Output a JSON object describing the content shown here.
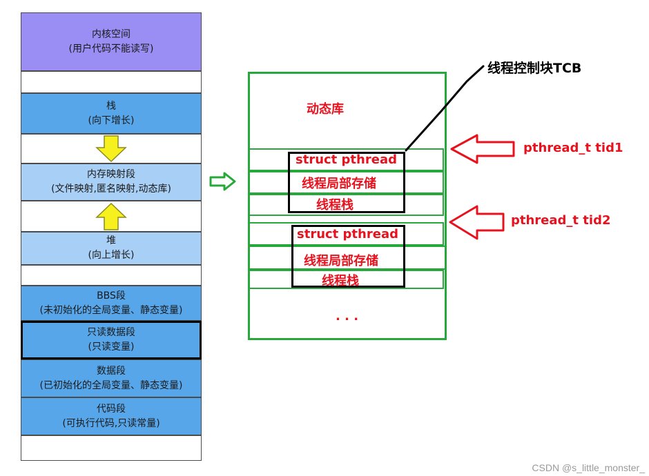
{
  "memory_segments": [
    {
      "line1": "内核空间",
      "line2": "(用户代码不能读写)"
    },
    {
      "line1": "栈",
      "line2": "(向下增长)"
    },
    {
      "line1": "内存映射段",
      "line2": "(文件映射,匿名映射,动态库)"
    },
    {
      "line1": "堆",
      "line2": "(向上增长)"
    },
    {
      "line1": "BBS段",
      "line2": "(未初始化的全局变量、静态变量)"
    },
    {
      "line1": "只读数据段",
      "line2": "(只读变量)"
    },
    {
      "line1": "数据段",
      "line2": "(已初始化的全局变量、静态变量)"
    },
    {
      "line1": "代码段",
      "line2": "(可执行代码,只读常量)"
    }
  ],
  "mapping": {
    "dynamic_lib": "动态库",
    "thread1": {
      "struct": "struct pthread",
      "local_storage": "线程局部存储",
      "stack": "线程栈"
    },
    "thread2": {
      "struct": "struct pthread",
      "local_storage": "线程局部存储",
      "stack": "线程栈"
    },
    "ellipsis": ". . ."
  },
  "annotations": {
    "tcb": "线程控制块TCB",
    "tid1": "pthread_t tid1",
    "tid2": "pthread_t tid2"
  },
  "watermark": "CSDN @s_little_monster_",
  "colors": {
    "kernel": "#9a8ef4",
    "segment": "#57a6ea",
    "heap": "#a8cff5",
    "arrow_yellow": "#f5f01e",
    "green": "#27a83a",
    "red": "#e8121e"
  }
}
